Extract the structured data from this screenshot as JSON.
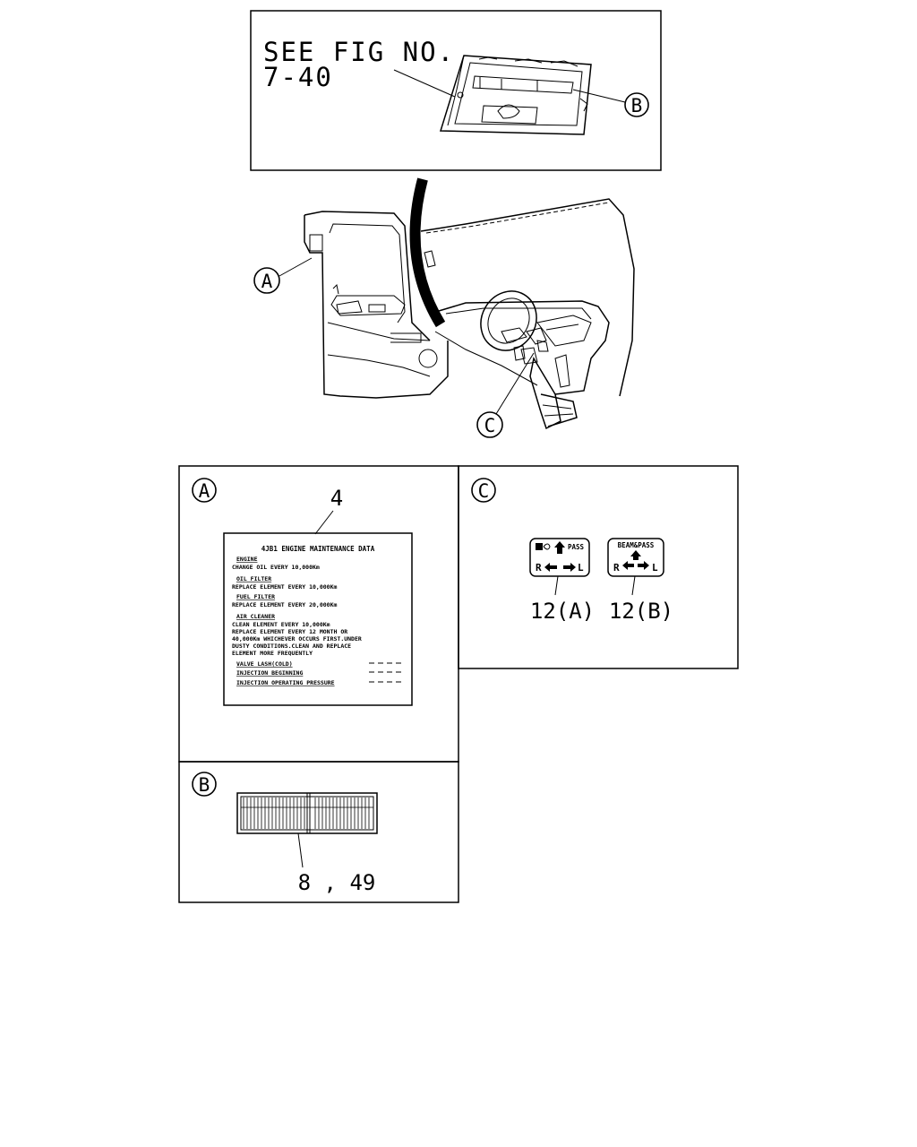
{
  "top_inset": {
    "note_line1": "SEE FIG NO.",
    "note_line2": "7-40",
    "callout": "B"
  },
  "cab_view": {
    "callout_a": "A",
    "callout_c": "C"
  },
  "panel_a": {
    "callout": "A",
    "part_ref": "4",
    "label": {
      "title": "4JB1 ENGINE MAINTENANCE DATA",
      "sections": [
        {
          "heading": "ENGINE",
          "lines": [
            "CHANGE OIL EVERY 10,000Km"
          ]
        },
        {
          "heading": "OIL FILTER",
          "lines": [
            "REPLACE ELEMENT EVERY 10,000Km"
          ]
        },
        {
          "heading": "FUEL FILTER",
          "lines": [
            "REPLACE ELEMENT EVERY 20,000Km"
          ]
        },
        {
          "heading": "AIR CLEANER",
          "lines": [
            "CLEAN ELEMENT EVERY 10,000Km",
            "REPLACE ELEMENT EVERY 12 MONTH OR",
            "40,000Km WHICHEVER OCCURS FIRST.UNDER",
            "DUSTY CONDITIONS.CLEAN AND REPLACE",
            "ELEMENT MORE FREQUENTLY"
          ]
        }
      ],
      "specs": [
        "VALVE LASH(COLD)",
        "INJECTION BEGINNING",
        "INJECTION OPERATING PRESSURE"
      ]
    }
  },
  "panel_b": {
    "callout": "B",
    "part_ref": "8 , 49"
  },
  "panel_c": {
    "callout": "C",
    "sticker_a_text": "PASS",
    "sticker_a_left": "R",
    "sticker_a_right": "L",
    "sticker_a_ref": "12(A)",
    "sticker_b_text": "BEAM&PASS",
    "sticker_b_left": "R",
    "sticker_b_right": "L",
    "sticker_b_ref": "12(B)"
  }
}
